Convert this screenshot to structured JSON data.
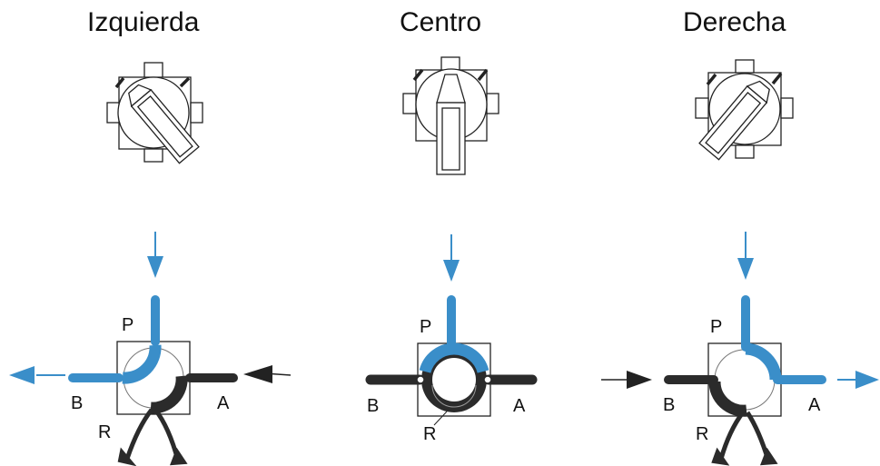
{
  "positions": [
    {
      "title": "Izquierda"
    },
    {
      "title": "Centro"
    },
    {
      "title": "Derecha"
    }
  ],
  "ports": {
    "p": "P",
    "a": "A",
    "b": "B",
    "r": "R"
  },
  "colors": {
    "pressure": "#3a8ec9",
    "tank": "#2b2b2b",
    "outline": "#222222",
    "light": "#9a9a9a"
  }
}
